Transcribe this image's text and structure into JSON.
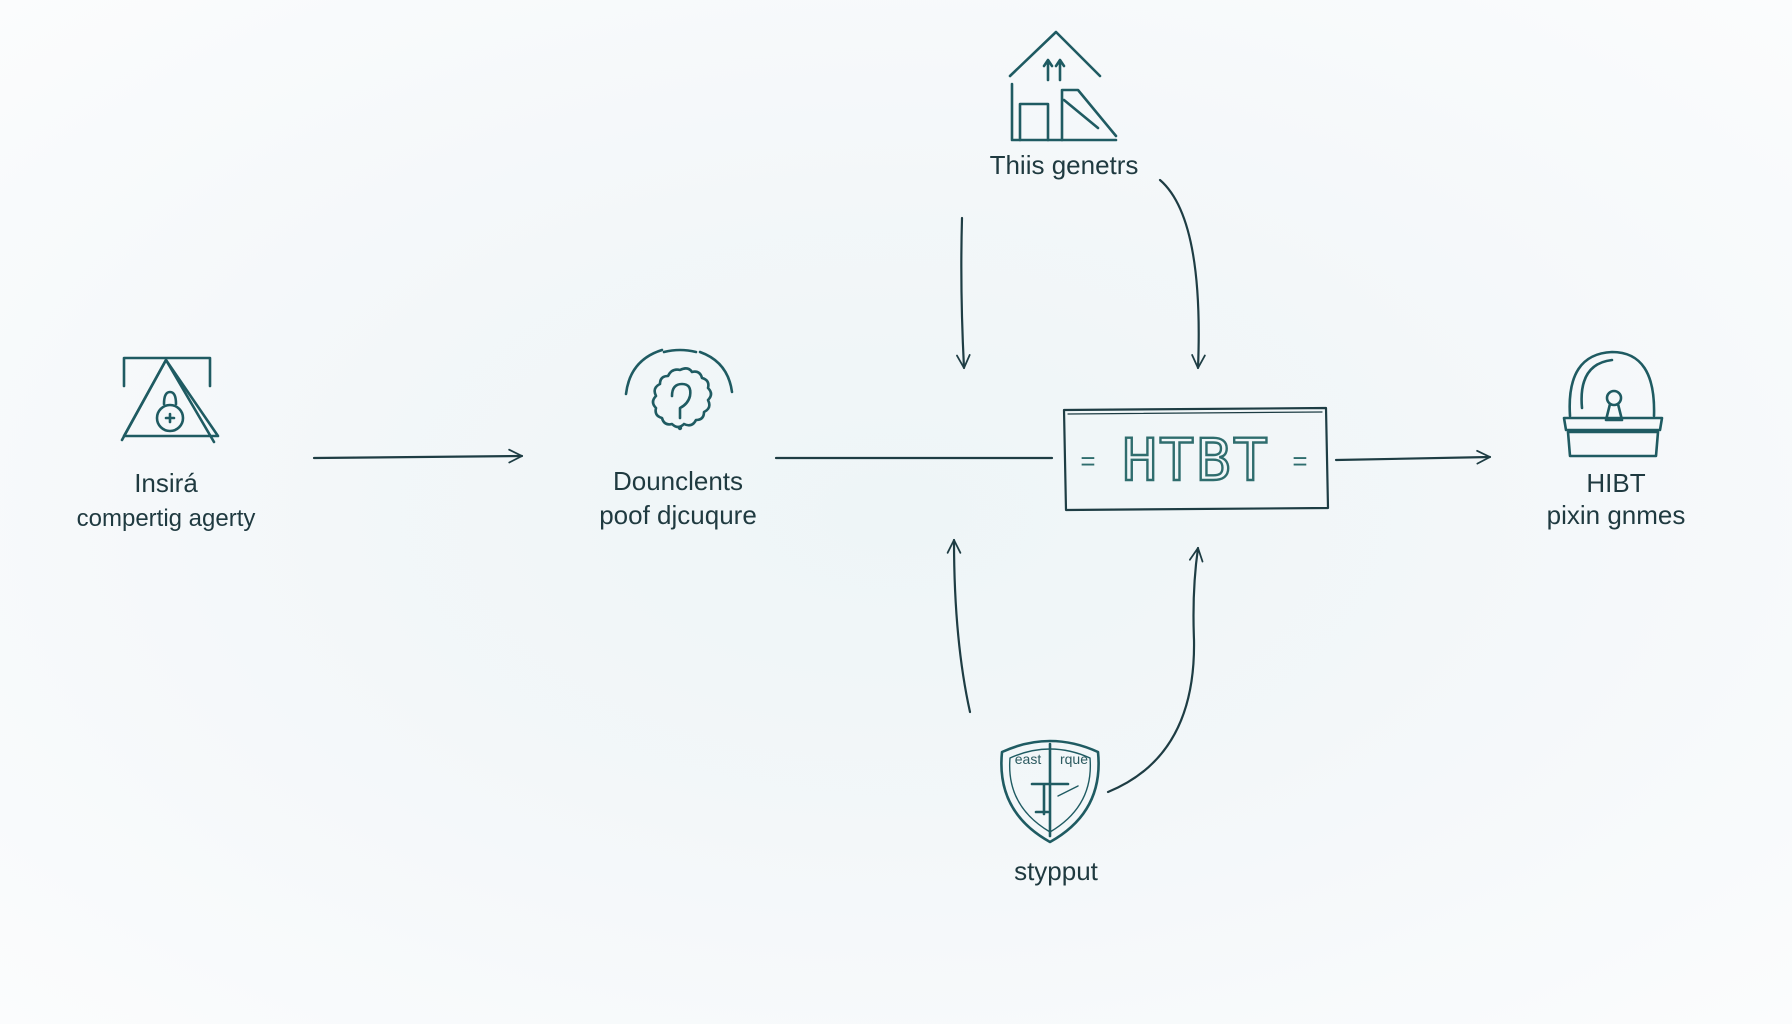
{
  "nodes": {
    "top": {
      "label": "Thiis genetrs",
      "icon": "house-icon"
    },
    "left": {
      "line1": "Insirá",
      "line2": "compertig agerty",
      "icon": "warning-lock-icon"
    },
    "middle": {
      "line1": "Dounclents",
      "line2": "poof djcuqure",
      "icon": "question-gear-icon"
    },
    "box": {
      "text": "HTBT",
      "left_mark": "=",
      "right_mark": "=",
      "icon": "sign-board-icon"
    },
    "right": {
      "line1": "HIBT",
      "line2": "pixin gnmes",
      "icon": "keyhole-dome-icon"
    },
    "bottom": {
      "label": "stypput",
      "icon": "shield-icon",
      "shield_left": "east",
      "shield_right": "rque"
    }
  },
  "colors": {
    "ink": "#1e3d44",
    "teal": "#1f5b62",
    "background": "#f3f7f9"
  }
}
